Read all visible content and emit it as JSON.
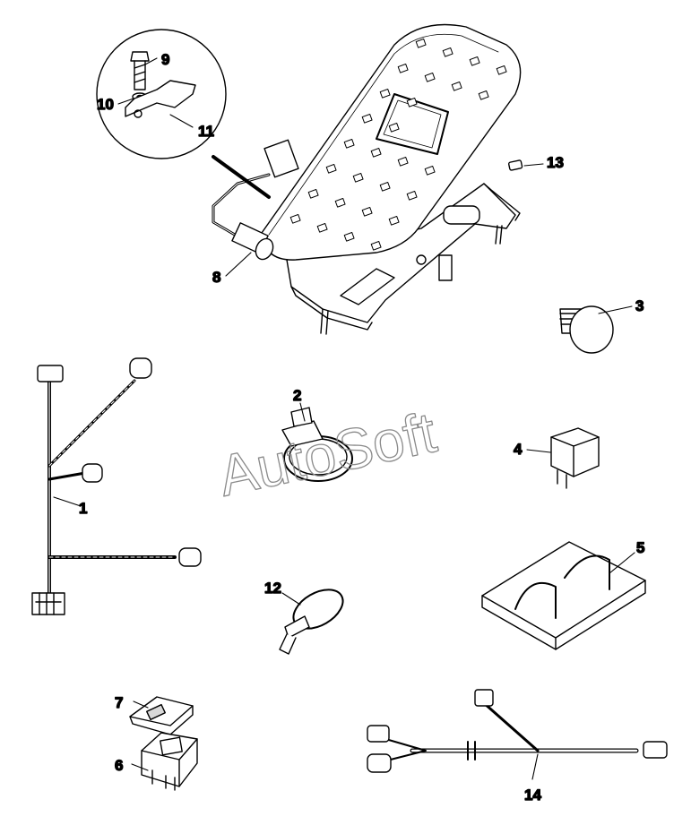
{
  "watermark": "AutoSoft",
  "callouts": {
    "c1": "1",
    "c2": "2",
    "c3": "3",
    "c4": "4",
    "c5": "5",
    "c6": "6",
    "c7": "7",
    "c8": "8",
    "c9": "9",
    "c10": "10",
    "c11": "11",
    "c12": "12",
    "c13": "13",
    "c14": "14"
  },
  "colors": {
    "line": "#000000",
    "fill": "#ffffff",
    "shade": "#d9d9d9",
    "watermark": "#8a8a8a"
  }
}
